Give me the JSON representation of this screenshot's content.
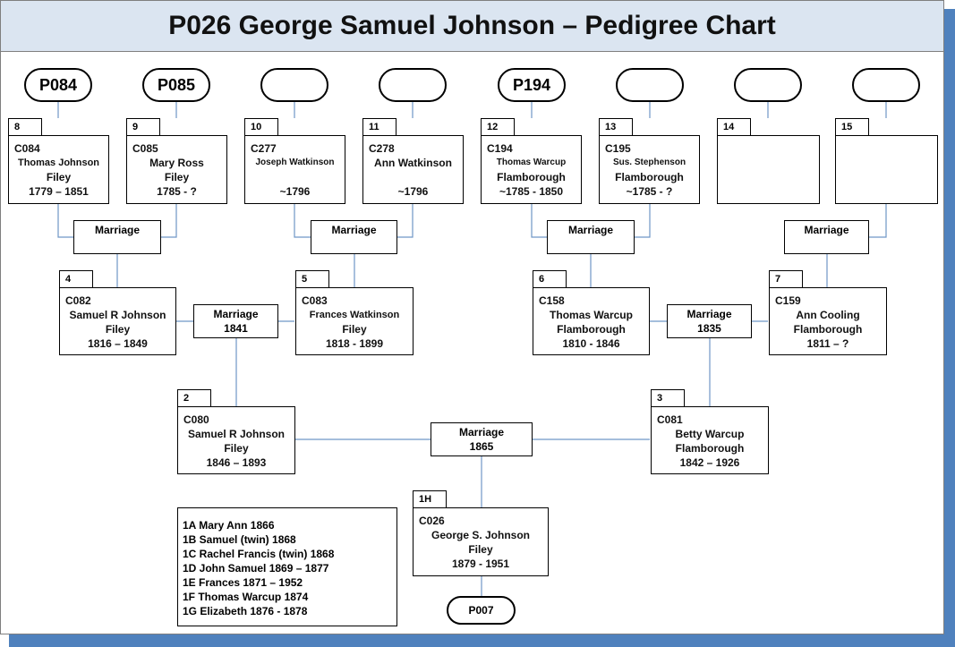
{
  "title": "P026 George Samuel Johnson – Pedigree Chart",
  "colors": {
    "header_bg": "#dbe5f1",
    "shadow": "#4f81bd",
    "connector": "#6f96c6"
  },
  "references": {
    "r8": "P084",
    "r9": "P085",
    "r10": "",
    "r11": "",
    "r12": "P194",
    "r13": "",
    "r14": "",
    "r15": "",
    "root": "P007"
  },
  "persons": {
    "p8": {
      "num": "8",
      "id": "C084",
      "l1": "Thomas Johnson",
      "l2": "Filey",
      "l3": "1779 – 1851"
    },
    "p9": {
      "num": "9",
      "id": "C085",
      "l1": "Mary Ross",
      "l2": "Filey",
      "l3": "1785 - ?"
    },
    "p10": {
      "num": "10",
      "id": "C277",
      "l1": "Joseph Watkinson",
      "l2": "",
      "l3": "~1796"
    },
    "p11": {
      "num": "11",
      "id": "C278",
      "l1": "Ann Watkinson",
      "l2": "",
      "l3": "~1796"
    },
    "p12": {
      "num": "12",
      "id": "C194",
      "l1": "Thomas Warcup",
      "l2": "Flamborough",
      "l3": "~1785 - 1850"
    },
    "p13": {
      "num": "13",
      "id": "C195",
      "l1": "Sus. Stephenson",
      "l2": "Flamborough",
      "l3": "~1785 - ?"
    },
    "p14": {
      "num": "14",
      "id": "",
      "l1": "",
      "l2": "",
      "l3": ""
    },
    "p15": {
      "num": "15",
      "id": "",
      "l1": "",
      "l2": "",
      "l3": ""
    },
    "p4": {
      "num": "4",
      "id": "C082",
      "l1": "Samuel R Johnson",
      "l2": "Filey",
      "l3": "1816 – 1849"
    },
    "p5": {
      "num": "5",
      "id": "C083",
      "l1": "Frances Watkinson",
      "l2": "Filey",
      "l3": "1818 - 1899"
    },
    "p6": {
      "num": "6",
      "id": "C158",
      "l1": "Thomas Warcup",
      "l2": "Flamborough",
      "l3": "1810 - 1846"
    },
    "p7": {
      "num": "7",
      "id": "C159",
      "l1": "Ann Cooling",
      "l2": "Flamborough",
      "l3": "1811 – ?"
    },
    "p2": {
      "num": "2",
      "id": "C080",
      "l1": "Samuel R Johnson",
      "l2": "Filey",
      "l3": "1846 – 1893"
    },
    "p3": {
      "num": "3",
      "id": "C081",
      "l1": "Betty Warcup",
      "l2": "Flamborough",
      "l3": "1842 – 1926"
    },
    "p1": {
      "num": "1H",
      "id": "C026",
      "l1": "George S. Johnson",
      "l2": "Filey",
      "l3": "1879 - 1951"
    }
  },
  "marriages": {
    "m8_9": {
      "label": "Marriage",
      "year": ""
    },
    "m10_11": {
      "label": "Marriage",
      "year": ""
    },
    "m12_13": {
      "label": "Marriage",
      "year": ""
    },
    "m14_15": {
      "label": "Marriage",
      "year": ""
    },
    "m4_5": {
      "label": "Marriage",
      "year": "1841"
    },
    "m6_7": {
      "label": "Marriage",
      "year": "1835"
    },
    "m2_3": {
      "label": "Marriage",
      "year": "1865"
    }
  },
  "children": [
    "1A Mary Ann 1866",
    "1B Samuel (twin) 1868",
    "1C Rachel Francis (twin) 1868",
    "1D John Samuel 1869 – 1877",
    "1E Frances 1871 – 1952",
    "1F Thomas Warcup 1874",
    "1G Elizabeth 1876 - 1878"
  ]
}
